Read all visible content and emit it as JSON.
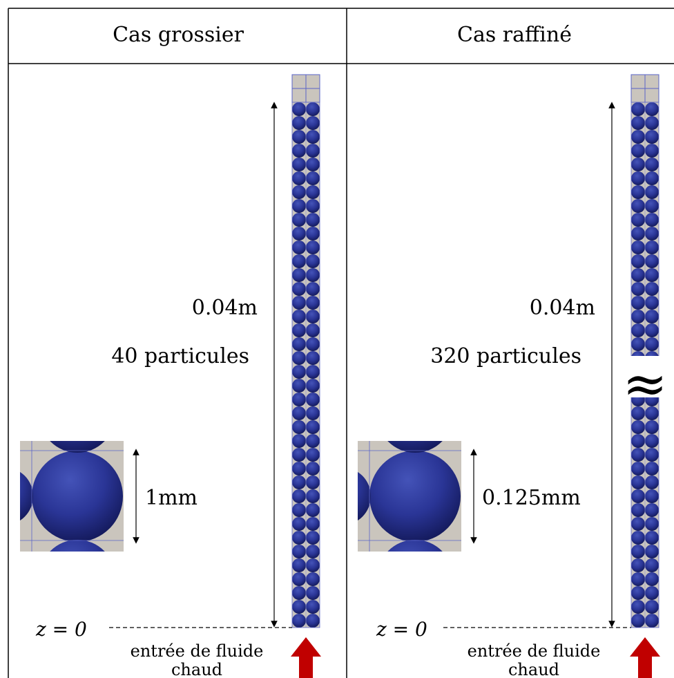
{
  "columns": [
    {
      "header": "Cas grossier",
      "height_label": "0.04m",
      "particles_label": "40 particules",
      "diameter_label": "1mm",
      "z_label": "z = 0",
      "inlet_label_line1": "entrée de fluide",
      "inlet_label_line2": "chaud",
      "break_symbol": ""
    },
    {
      "header": "Cas raffiné",
      "height_label": "0.04m",
      "particles_label": "320 particules",
      "diameter_label": "0.125mm",
      "z_label": "z = 0",
      "inlet_label_line1": "entrée de fluide",
      "inlet_label_line2": "chaud",
      "break_symbol": "≈"
    }
  ],
  "colors": {
    "sphere_dark": "#141a5c",
    "sphere_mid": "#2a3596",
    "sphere_light": "#4453b8",
    "background_cell": "#cac5bd",
    "grid_line": "#5a64c8",
    "arrow_red": "#c00000",
    "border": "#000000"
  }
}
